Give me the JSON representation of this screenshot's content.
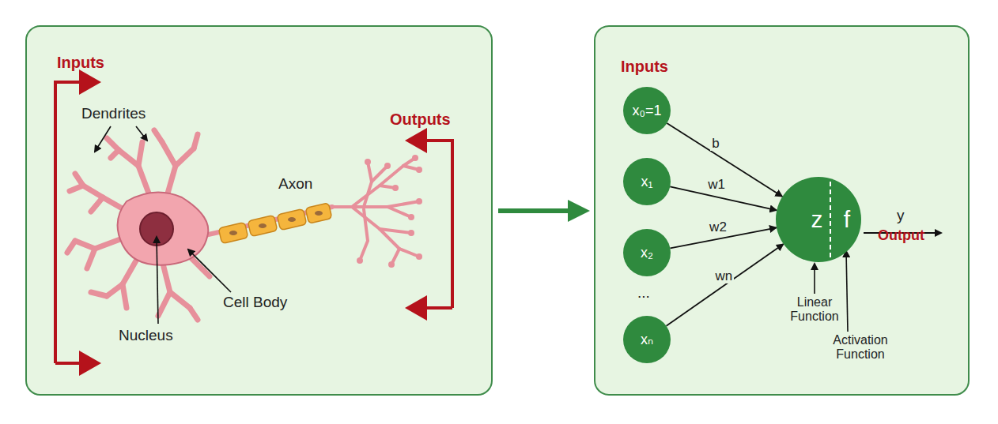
{
  "diagram": {
    "nodes": [
      {
        "text": [
          "x₀=1"
        ]
      },
      {
        "text": [
          "x₁"
        ]
      },
      {
        "text": [
          "x₂"
        ]
      },
      {
        "text": [
          "xₙ"
        ]
      },
      {
        "text": [
          "z",
          "f"
        ]
      }
    ],
    "edges": [
      {
        "from": 0,
        "to": 4,
        "label": "b",
        "arrow": "to"
      },
      {
        "from": 1,
        "to": 4,
        "label": "w1",
        "arrow": "to"
      },
      {
        "from": 2,
        "to": 4,
        "label": "w2",
        "arrow": "to"
      },
      {
        "from": 3,
        "to": 4,
        "label": "wn",
        "arrow": "to"
      }
    ],
    "labels": [
      "Inputs",
      "Dendrites",
      "Outputs",
      "Axon",
      "Cell Body",
      "Nucleus",
      "Inputs",
      "...",
      "y",
      "Output",
      "Linear Function",
      "Activation Function"
    ]
  }
}
